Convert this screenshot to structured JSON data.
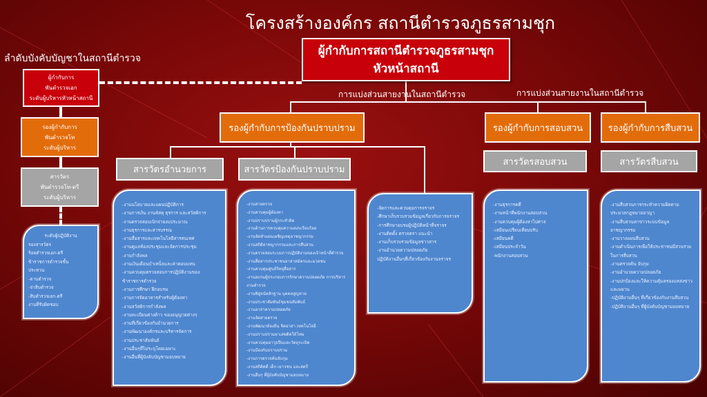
{
  "title": "โครงสร้างองค์กร สถานีตำรวจภูธรสามชุก",
  "hierarchy": {
    "heading": "ลำดับบังคับบัญชาในสถานีตำรวจ",
    "levels": [
      {
        "lines": [
          "ผู้กำกับการ",
          "พันตำรวจเอก",
          "ระดับผู้บริหารหัวหน้าสถานี"
        ]
      },
      {
        "lines": [
          "รองผู้กำกับการ",
          "พันตำรวจโท",
          "ระดับผู้บริหาร"
        ]
      },
      {
        "lines": [
          "สารวัตร",
          "พันตำรวจโท-ตรี",
          "ระดับผู้บริหาร"
        ]
      },
      {
        "lines": [
          "ระดับผู้ปฏิบัติงาน",
          "รองสารวัตร",
          "ร้อยตำรวจเอก-ตรี",
          "ข้าราชการตำรวจชั้น",
          "ประทวน",
          "-ดาบตำรวจ",
          "-จ่าสิบตำรวจ",
          "-สิบตำรวจเอก-ตรี",
          "งานที่รับผิดชอบ"
        ]
      }
    ]
  },
  "chief": {
    "line1": "ผู้กำกับการสถานีตำรวจภูธรสามชุก",
    "line2": "หัวหน้าสถานี"
  },
  "division_labels": [
    "การแบ่งส่วนสายงานในสถานีตำรวจ",
    "การแบ่งส่วนสายงานในสถานีตำรวจ"
  ],
  "deputies": [
    "รองผู้กำกับการป้องกันปราบปราม",
    "รองผู้กำกับการสอบสวน",
    "รองผู้กำกับการสืบสวน"
  ],
  "inspectors": [
    "สารวัตรอำนวยการ",
    "สารวัตรป้องกันปราบปราม",
    "สารวัตรสอบสวน",
    "สารวัตรสืบสวน"
  ],
  "lists": [
    [
      "-งานนโยบายและแผนปฏิบัติการ",
      "-งานการเงิน งานพัสดุ ธุรการ และสวัสดิการ",
      "-งานตรวจสอบเบิกจ่ายงบประมาณ",
      "-งานธุรการและสารบรรณ",
      "-งานสื่อสารและเทคโนโลยีสารสนเทศ",
      "-งานดูแลห้องประชุมและจัดการประชุม",
      "-งานกำลังพล",
      "-งานเงินเดือนบำเหน็จและค่าตอบแทน",
      "-งานควบคุมตรวจสอบการปฏิบัติงานของข้าราชการตำรวจ",
      "-งานการศึกษา ฝึกอบรม",
      "-งานการจัดอาหารสำหรับผู้ต้องหา",
      "-งานสวัสดิการกำลังพล",
      "-งานทะเบียนต่างด้าว ของอนุญาตต่างๆ",
      "-งานที่เกี่ยวข้องกับอำนวยการ",
      "-งานพัฒนาองค์กรและบริหารจัดการ",
      "-งานประชาสัมพันธ์",
      "-งานอื่นๆที่ไม่ระบุโดยเฉพาะ",
      "-งานอื่นที่ผู้บังคับบัญชามอบหมาย"
    ],
    [
      "-งานสายตรวจ",
      "-งานควบคุมผู้ต้องหา",
      "-งานปราบปรามผู้กระทำผิด",
      "-งานด้านการควบคุมความสงบเรียบร้อย",
      "-งานจัดทำแผนเผชิญเหตุอาชญากรรม",
      "-งานสถิติอาชญากรรมและการสืบสวน",
      "-งานตรวจสอบระบบการปฏิบัติงานของเจ้าหน้าที่ตำรวจ",
      "-งานสื่อสารประชาชนอาสาสมัครและมวลชน",
      "-งานควบคุมศูนย์วิทยุสื่อสาร",
      "-งานอบรมผู้ประกอบการรักษาความปลอดภัย การบริหารงานตำรวจ",
      "-งานพิสูจน์หลักฐาน บุคคลสูญหาย",
      "-งานประชาสัมพันธ์ชุมชนสัมพันธ์",
      "-งานอาสาความปลอดภัย",
      "-งานจัดสายตรวจ",
      "-งานพัฒนาท้องถิ่น จิตอาสา เทคโนโลยี",
      "-งานปราบปรามยาเสพติดให้โทษ",
      "-งานควบคุมอาวุธปืนและวัตถุระเบิด",
      "-งานป้องกันปราบปราม",
      "-งานการตรวจค้นจับกุม",
      "-งานสถิติคดี เด็ก เยาวชน และสตรี",
      "-งานอื่นๆ ที่ผู้บังคับบัญชามอบหมาย"
    ],
    [
      "-จัดการและควบคุมการจราจร",
      "-ศึกษาเก็บรวบรวมข้อมูลเกี่ยวกับการจราจร",
      "-การศึกษาอบรมผู้ปฏิบัติหน้าที่จราจร",
      "-งานติดตั้ง ตรวจตรา แนะนำ",
      "-งานเก็บรวบรวมข้อมูลข่าวสาร",
      "-งานอำนวยความปลอดภัย",
      "ปฏิบัติงานอื่นๆที่เกี่ยวข้องกับงานจราจร"
    ],
    [
      "-งานธุรการคดี",
      "-งานหน้าที่พนักงานสอบสวน",
      "-งานควบคุมผู้ต้องหาไปศาล",
      "-เสมียนเปรียบเทียบปรับ",
      "-เสมียนคดี",
      "-เสมียนประจำวัน",
      "-พนักงานสอบสวน"
    ],
    [
      "-งานสืบสวนการกระทำความผิดตามประมวลกฎหมายอาญา",
      "-งานสืบสวนหาข่าวระบบข้อมูลอาชญากรรม",
      "-งานวางแผนสืบสวน",
      "-งานดำเนินการเพื่อให้ประชาชนมีส่วนร่วมในการสืบสวน",
      "-งานตรวจค้น จับกุม",
      "-งานอำนวยความปลอดภัย",
      "-งานปกป้องและให้ความคุ้มครองแหล่งข่าวและพยาน",
      "-ปฏิบัติงานอื่นๆ ที่เกี่ยวข้องกับงานสืบสวน",
      "-ปฏิบัติงานอื่นๆ ที่ผู้บังคับบัญชามอบหมาย"
    ]
  ]
}
